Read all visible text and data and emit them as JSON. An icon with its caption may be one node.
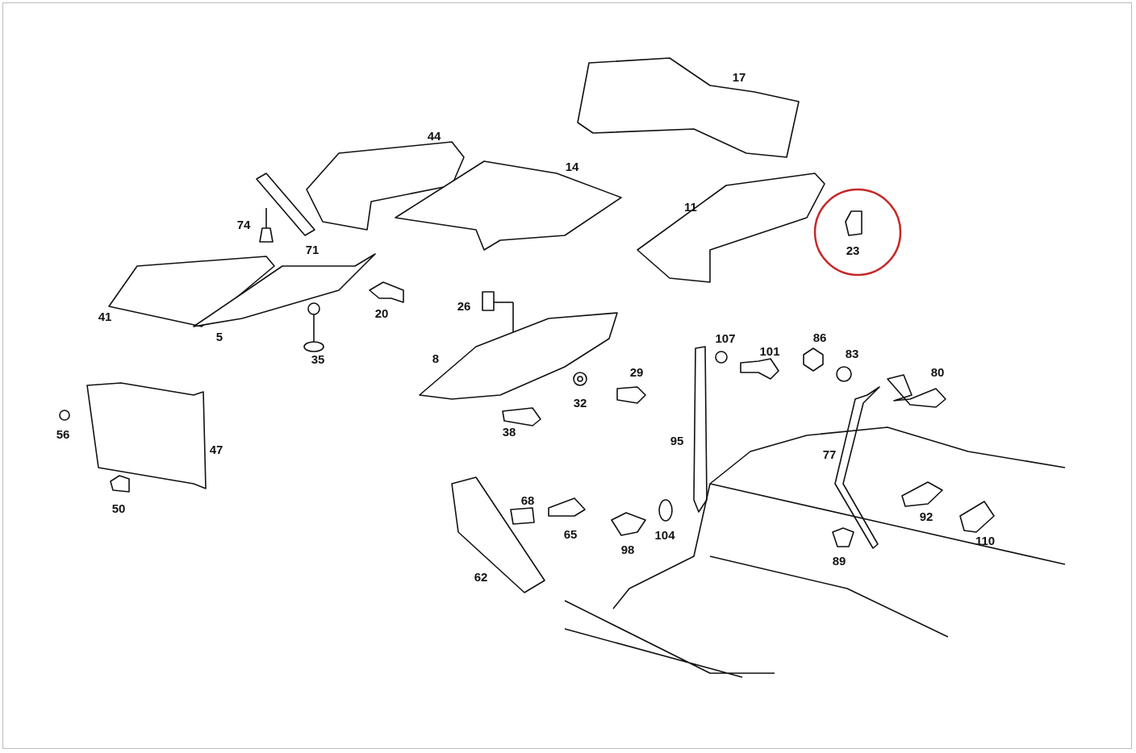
{
  "diagram": {
    "labels": [
      "17",
      "44",
      "14",
      "11",
      "74",
      "71",
      "23",
      "26",
      "20",
      "41",
      "5",
      "107",
      "86",
      "35",
      "101",
      "83",
      "8",
      "80",
      "29",
      "32",
      "38",
      "56",
      "95",
      "47",
      "77",
      "68",
      "50",
      "92",
      "65",
      "104",
      "110",
      "98",
      "89",
      "62"
    ]
  }
}
